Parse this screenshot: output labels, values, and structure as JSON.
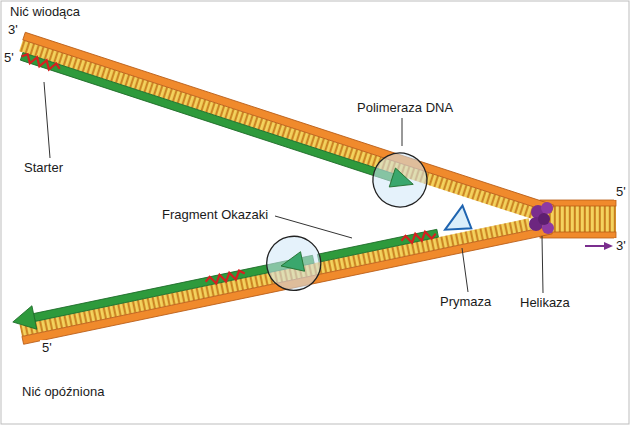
{
  "diagram": {
    "labels": [
      "Nić wiodąca",
      "3'",
      "5'",
      "Starter",
      "Polimeraza DNA",
      "Fragment Okazaki",
      "Prymaza",
      "Helikaza",
      "5'",
      "3'",
      "5'",
      "Nić opóźniona"
    ]
  }
}
